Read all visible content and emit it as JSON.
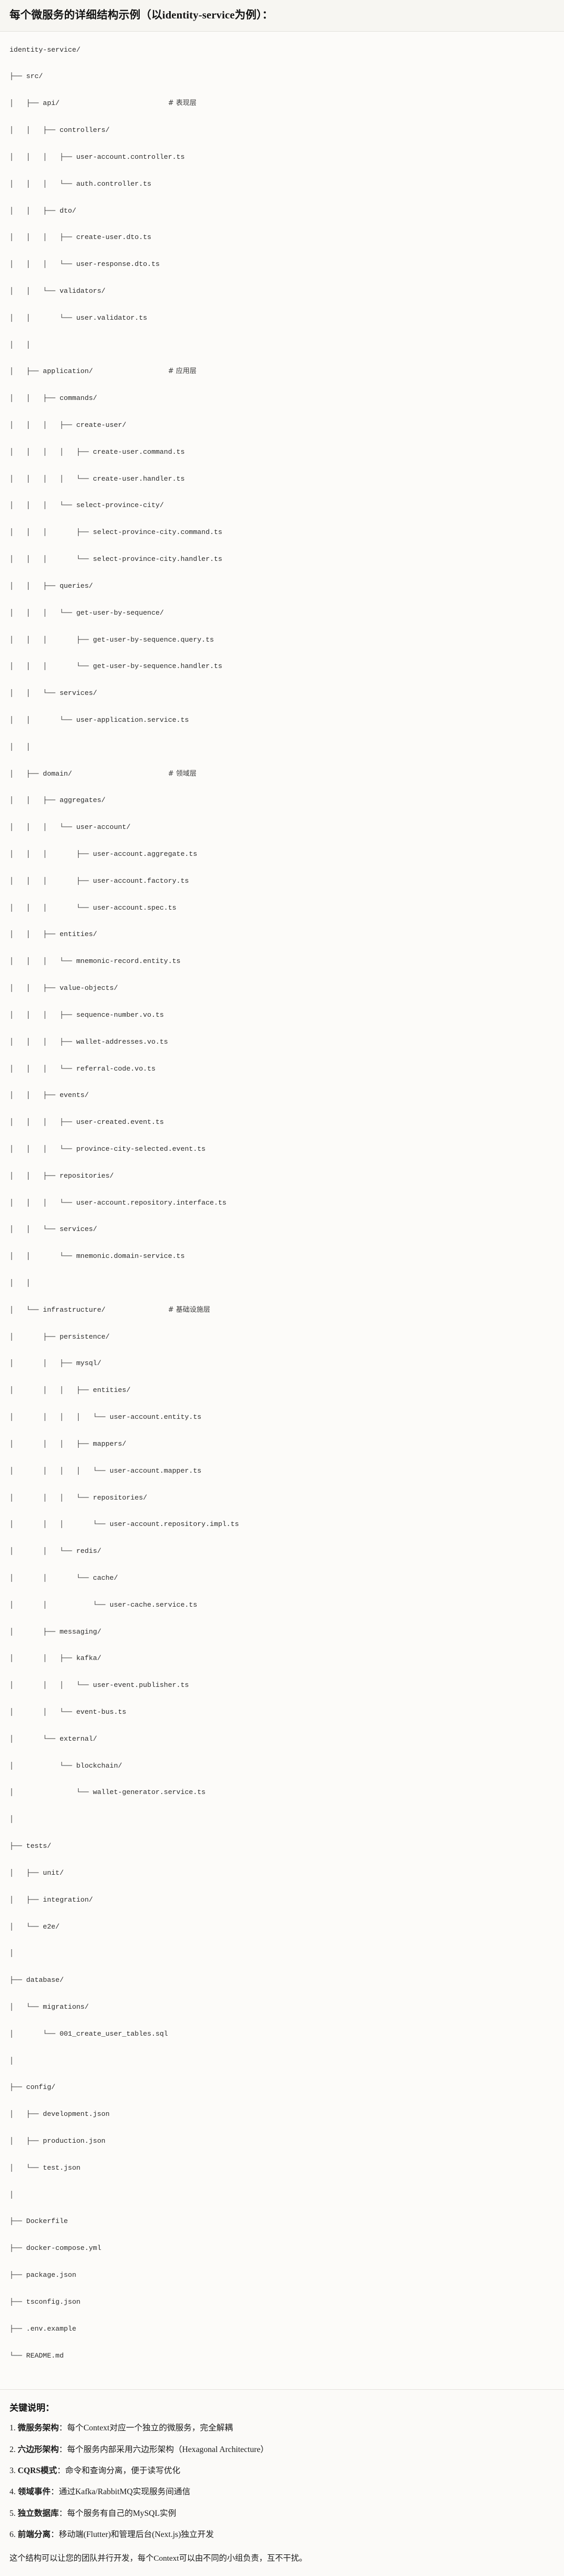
{
  "header": {
    "title": "每个微服务的详细结构示例（以identity-service为例）："
  },
  "tree": {
    "root": "identity-service/",
    "lines": [
      "identity-service/",
      "├── src/",
      "│   ├── api/                          # 表现层",
      "│   │   ├── controllers/",
      "│   │   │   ├── user-account.controller.ts",
      "│   │   │   └── auth.controller.ts",
      "│   │   ├── dto/",
      "│   │   │   ├── create-user.dto.ts",
      "│   │   │   └── user-response.dto.ts",
      "│   │   └── validators/",
      "│   │       └── user.validator.ts",
      "│   │",
      "│   ├── application/                  # 应用层",
      "│   │   ├── commands/",
      "│   │   │   ├── create-user/",
      "│   │   │   │   ├── create-user.command.ts",
      "│   │   │   │   └── create-user.handler.ts",
      "│   │   │   └── select-province-city/",
      "│   │   │       ├── select-province-city.command.ts",
      "│   │   │       └── select-province-city.handler.ts",
      "│   │   ├── queries/",
      "│   │   │   └── get-user-by-sequence/",
      "│   │   │       ├── get-user-by-sequence.query.ts",
      "│   │   │       └── get-user-by-sequence.handler.ts",
      "│   │   └── services/",
      "│   │       └── user-application.service.ts",
      "│   │",
      "│   ├── domain/                       # 领域层",
      "│   │   ├── aggregates/",
      "│   │   │   └── user-account/",
      "│   │   │       ├── user-account.aggregate.ts",
      "│   │   │       ├── user-account.factory.ts",
      "│   │   │       └── user-account.spec.ts",
      "│   │   ├── entities/",
      "│   │   │   └── mnemonic-record.entity.ts",
      "│   │   ├── value-objects/",
      "│   │   │   ├── sequence-number.vo.ts",
      "│   │   │   ├── wallet-addresses.vo.ts",
      "│   │   │   └── referral-code.vo.ts",
      "│   │   ├── events/",
      "│   │   │   ├── user-created.event.ts",
      "│   │   │   └── province-city-selected.event.ts",
      "│   │   ├── repositories/",
      "│   │   │   └── user-account.repository.interface.ts",
      "│   │   └── services/",
      "│   │       └── mnemonic.domain-service.ts",
      "│   │",
      "│   └── infrastructure/               # 基础设施层",
      "│       ├── persistence/",
      "│       │   ├── mysql/",
      "│       │   │   ├── entities/",
      "│       │   │   │   └── user-account.entity.ts",
      "│       │   │   ├── mappers/",
      "│       │   │   │   └── user-account.mapper.ts",
      "│       │   │   └── repositories/",
      "│       │   │       └── user-account.repository.impl.ts",
      "│       │   └── redis/",
      "│       │       └── cache/",
      "│       │           └── user-cache.service.ts",
      "│       ├── messaging/",
      "│       │   ├── kafka/",
      "│       │   │   └── user-event.publisher.ts",
      "│       │   └── event-bus.ts",
      "│       └── external/",
      "│           └── blockchain/",
      "│               └── wallet-generator.service.ts",
      "│",
      "├── tests/",
      "│   ├── unit/",
      "│   ├── integration/",
      "│   └── e2e/",
      "│",
      "├── database/",
      "│   └── migrations/",
      "│       └── 001_create_user_tables.sql",
      "│",
      "├── config/",
      "│   ├── development.json",
      "│   ├── production.json",
      "│   └── test.json",
      "│",
      "├── Dockerfile",
      "├── docker-compose.yml",
      "├── package.json",
      "├── tsconfig.json",
      "├── .env.example",
      "└── README.md"
    ],
    "layer_comments": [
      "# 表现层",
      "# 应用层",
      "# 领域层",
      "# 基础设施层"
    ]
  },
  "notes": {
    "title": "关键说明：",
    "items": [
      {
        "key": "微服务架构",
        "sep": "：",
        "value": "每个Context对应一个独立的微服务，完全解耦"
      },
      {
        "key": "六边形架构",
        "sep": "：",
        "value": "每个服务内部采用六边形架构（Hexagonal Architecture）"
      },
      {
        "key": "CQRS模式",
        "sep": "：",
        "value": "命令和查询分离，便于读写优化"
      },
      {
        "key": "领域事件",
        "sep": "：",
        "value": "通过Kafka/RabbitMQ实现服务间通信"
      },
      {
        "key": "独立数据库",
        "sep": "：",
        "value": "每个服务有自己的MySQL实例"
      },
      {
        "key": "前端分离",
        "sep": "：",
        "value": "移动端(Flutter)和管理后台(Next.js)独立开发"
      }
    ],
    "closing": "这个结构可以让您的团队并行开发，每个Context可以由不同的小组负责，互不干扰。"
  },
  "colors": {
    "page_bg": "#fbfaf8",
    "header_bg": "#f7f6f2",
    "tree_bg": "#fcfbf9",
    "divider": "#e3e1db",
    "text": "#1b1b1b",
    "mono_text": "#2b2b2b"
  }
}
